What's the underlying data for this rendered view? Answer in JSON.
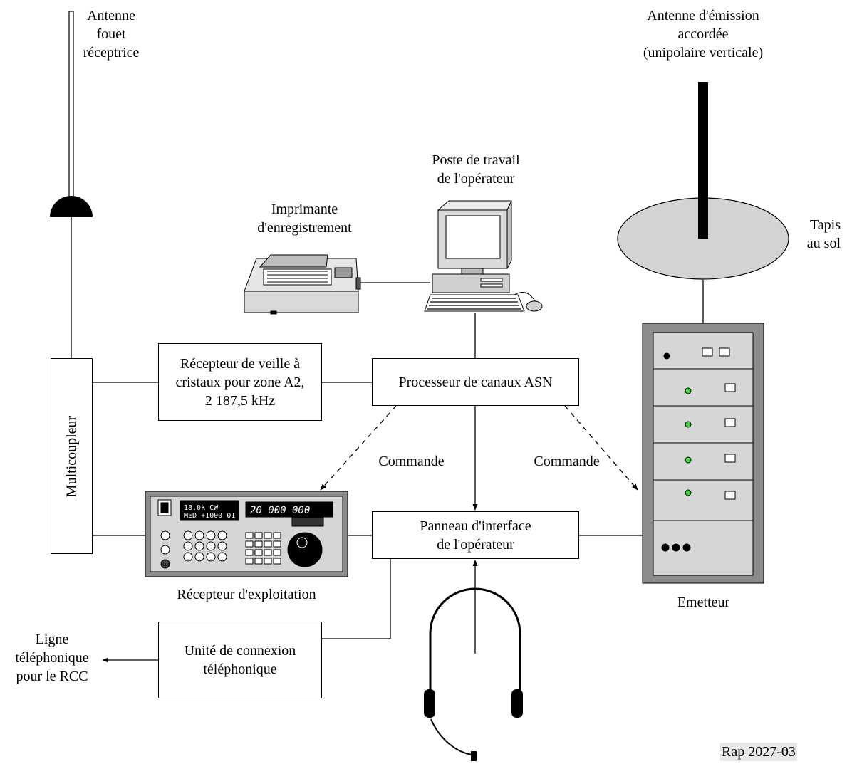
{
  "labels": {
    "receive_antenna": [
      "Antenne",
      "fouet",
      "réceptrice"
    ],
    "transmit_antenna": [
      "Antenne d'émission",
      "accordée",
      "(unipolaire verticale)"
    ],
    "workstation": [
      "Poste de travail",
      "de l'opérateur"
    ],
    "printer": [
      "Imprimante",
      "d'enregistrement"
    ],
    "ground_mat": [
      "Tapis",
      "au sol"
    ],
    "multicoupler": "Multicoupleur",
    "operating_receiver": "Récepteur d'exploitation",
    "transmitter": "Emetteur",
    "command_left": "Commande",
    "command_right": "Commande",
    "telephone_line": [
      "Ligne",
      "téléphonique",
      "pour le RCC"
    ],
    "figure_ref": "Rap 2027-03"
  },
  "boxes": {
    "watch_receiver": [
      "Récepteur de veille à",
      "cristaux pour zone A2,",
      "2 187,5 kHz"
    ],
    "channel_processor": [
      "Processeur de canaux ASN"
    ],
    "interface_panel": [
      "Panneau d'interface",
      "de l'opérateur"
    ],
    "telephone_unit": [
      "Unité de connexion",
      "téléphonique"
    ]
  },
  "receiver_display": {
    "line1": "18.0k  CW",
    "line2": "MED  +1000  01",
    "frequency": "20 000 000"
  },
  "icons": [
    "whip-antenna-icon",
    "vertical-antenna-icon",
    "printer-icon",
    "computer-icon",
    "receiver-icon",
    "transmitter-rack-icon",
    "headset-icon"
  ]
}
